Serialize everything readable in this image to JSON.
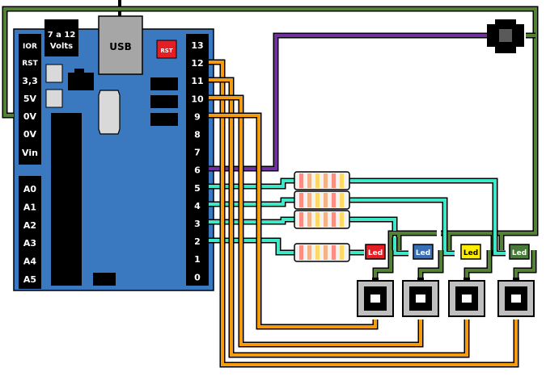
{
  "board": {
    "power_label_line1": "7 a 12",
    "power_label_line2": "Volts",
    "usb_label": "USB",
    "reset_label": "RST",
    "power_pins": [
      "IOR",
      "RST",
      "3,3",
      "5V",
      "0V",
      "0V",
      "Vin"
    ],
    "analog_pins": [
      "A0",
      "A1",
      "A2",
      "A3",
      "A4",
      "A5"
    ],
    "digital_pins": [
      "13",
      "12",
      "11",
      "10",
      "9",
      "8",
      "7",
      "6",
      "5",
      "4",
      "3",
      "2",
      "1",
      "0"
    ]
  },
  "leds": [
    {
      "label": "Led",
      "color": "#e31e24",
      "text_color": "#ffffff"
    },
    {
      "label": "Led",
      "color": "#3a6fb5",
      "text_color": "#ffffff"
    },
    {
      "label": "Led",
      "color": "#ffee00",
      "text_color": "#000000"
    },
    {
      "label": "Led",
      "color": "#4a7a3a",
      "text_color": "#ffffff"
    }
  ],
  "colors": {
    "board": "#3a79c0",
    "wire_green": "#548235",
    "wire_purple": "#7030a0",
    "wire_orange": "#f39c12",
    "wire_cyan": "#3ee8c8"
  },
  "icons": [
    "buzzer-icon",
    "push-button-icon",
    "resistor-icon"
  ]
}
